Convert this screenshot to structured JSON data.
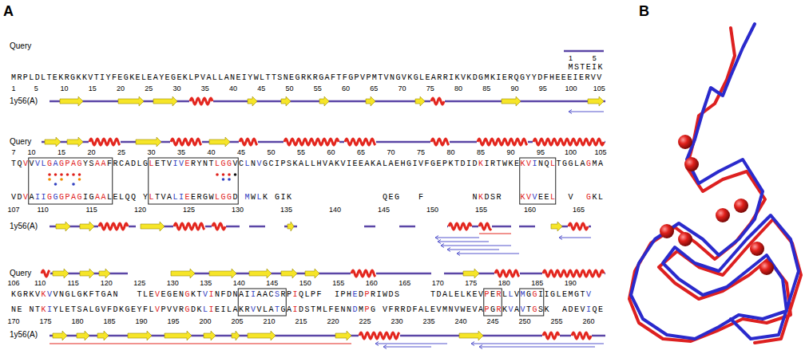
{
  "diagram": {
    "labels": [
      "A",
      "B",
      "Query",
      "1",
      "5",
      "MSTEIK",
      "MRPLDLTEKRGKKVTIYFEGKELEAYEGEKLPVALLANEIYWLTTSNEGRKRGAFTFGPVPMTVNGVKGLEARRIKVKDGMKIERQGYYDFHEEEIERVV",
      "1",
      "5",
      "10",
      "15",
      "20",
      "25",
      "30",
      "35",
      "40",
      "45",
      "50",
      "55",
      "60",
      "65",
      "70",
      "75",
      "80",
      "85",
      "90",
      "95",
      "100",
      "105",
      "1y56(A)",
      "Query",
      "7",
      "10",
      "15",
      "20",
      "25",
      "30",
      "35",
      "40",
      "45",
      "50",
      "55",
      "60",
      "65",
      "70",
      "75",
      "80",
      "85",
      "90",
      "95",
      "100",
      "105",
      "TQVVVLGAGPAGYSAAFRCADLGLETVIVERYNTLGGVCLNVGCIPSKALLHVAKVIEEAKALAEHGIVFGEPKTDIDKIRTWKEKVINQLTGGLAGMA",
      "VDVAIIGGGPAGIGAALELQQ",
      "YLTVALIEERGWLGGD",
      "MWLK",
      "GIK",
      "QEG",
      "F",
      "NKDSR",
      "KVVEEL",
      "V",
      "GKL",
      "107",
      "110",
      "115",
      "120",
      "125",
      "130",
      "135",
      "140",
      "145",
      "150",
      "155",
      "160",
      "165",
      "1y56(A)",
      "Query",
      "106",
      "110",
      "115",
      "120",
      "125",
      "130",
      "135",
      "140",
      "145",
      "150",
      "155",
      "160",
      "165",
      "170",
      "175",
      "180",
      "185",
      "190",
      "KGRKVKVVNGLGKFTGAN",
      "TLEVEGENGKTVINFDNAIIAACSRPIQLPF",
      "IPHEDPRIWDS",
      "TDALELKEVPERLLVMGGIIGLEMGTV",
      "NE",
      "NTKIYLETSALGVFDKGEYFLVPVVRGDKLIEILAKRVVLATGAIDSTMLFENNDMPG",
      "VFRRDFALEVMNVWEVAPGRKVAVTGSK",
      "ADEVIQE",
      "170",
      "175",
      "180",
      "185",
      "190",
      "195",
      "200",
      "205",
      "210",
      "215",
      "220",
      "225",
      "230",
      "235",
      "240",
      "245",
      "250",
      "255",
      "260",
      "1y56(A)"
    ]
  }
}
